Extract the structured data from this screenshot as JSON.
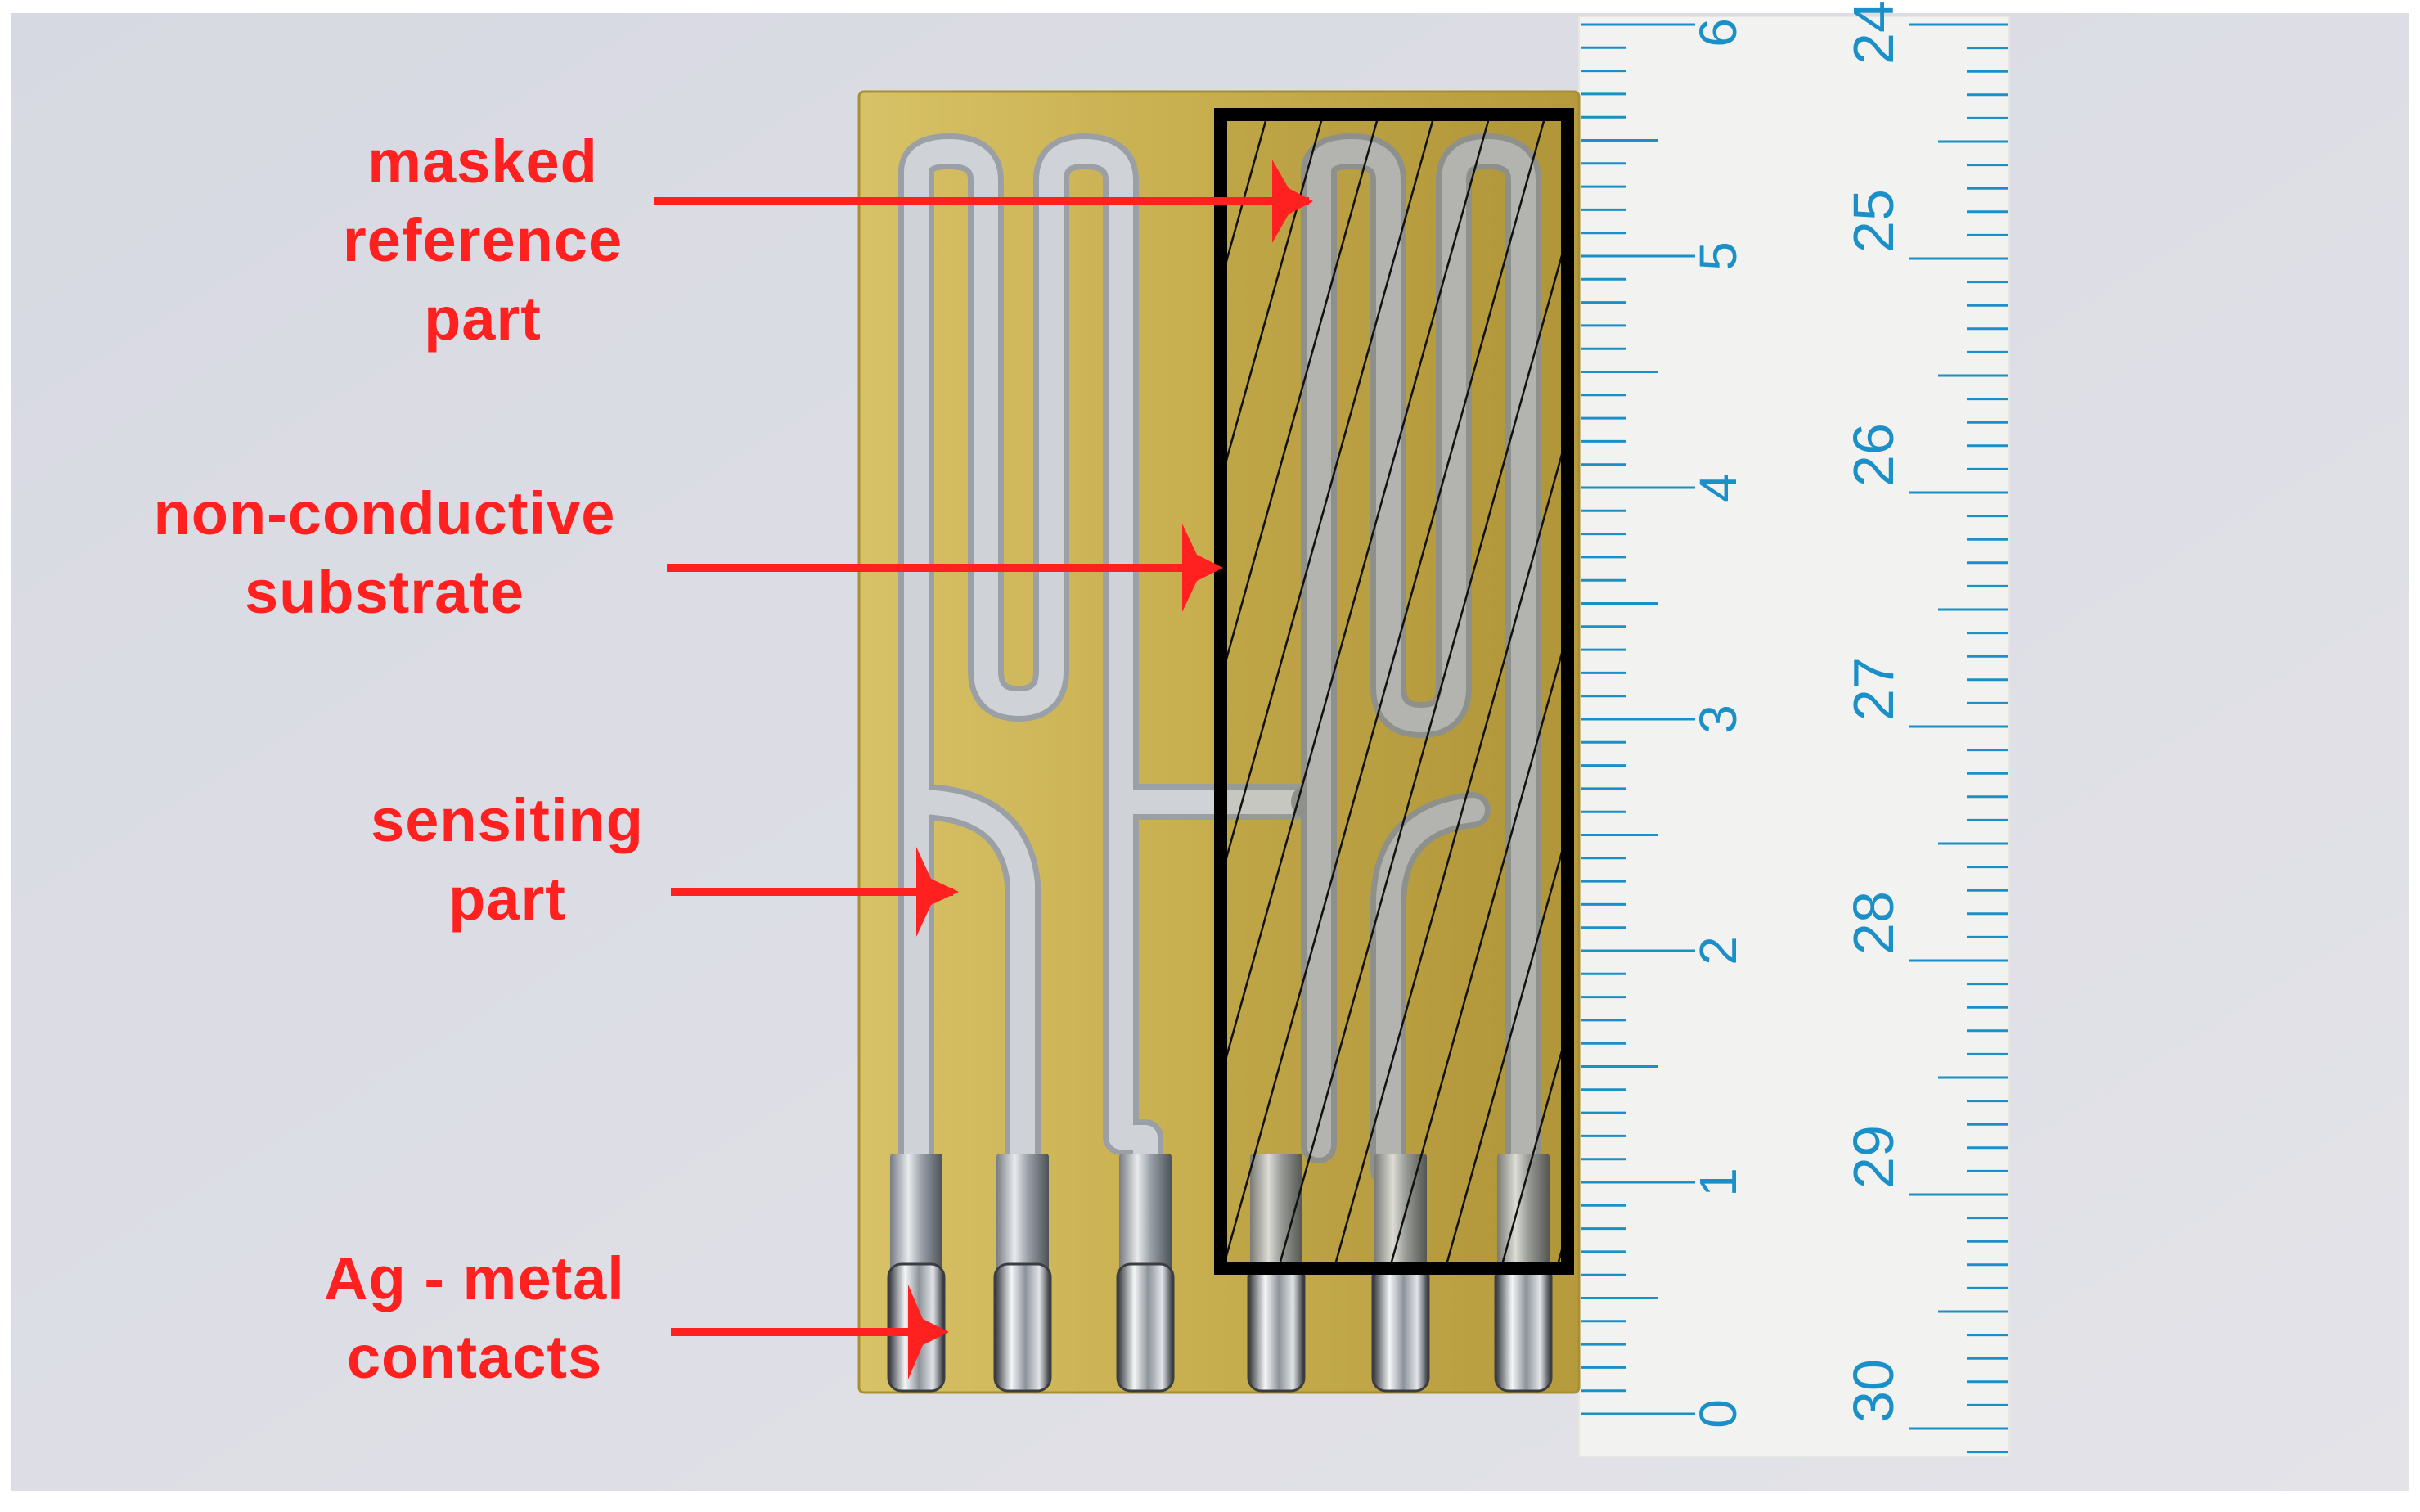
{
  "annotations": [
    {
      "id": "masked-reference",
      "lines": [
        "masked",
        "reference",
        "part"
      ]
    },
    {
      "id": "non-conductive-substrate",
      "lines": [
        "non-conductive",
        "substrate"
      ]
    },
    {
      "id": "sensing-part",
      "lines": [
        "sensiting",
        "part"
      ]
    },
    {
      "id": "ag-metal-contacts",
      "lines": [
        "Ag - metal",
        "contacts"
      ]
    }
  ],
  "ruler": {
    "cm_labels": [
      "0",
      "1",
      "2",
      "3",
      "4",
      "5",
      "6"
    ],
    "inch_labels": [
      "30",
      "29",
      "28",
      "27",
      "26",
      "25",
      "24"
    ]
  },
  "colors": {
    "label": "#ff2020",
    "substrate": "#c9b24f",
    "trace": "#c9cdd2",
    "ruler_mark": "#1a8fc8",
    "background": "#dcdde3",
    "mask_frame": "#000000"
  }
}
